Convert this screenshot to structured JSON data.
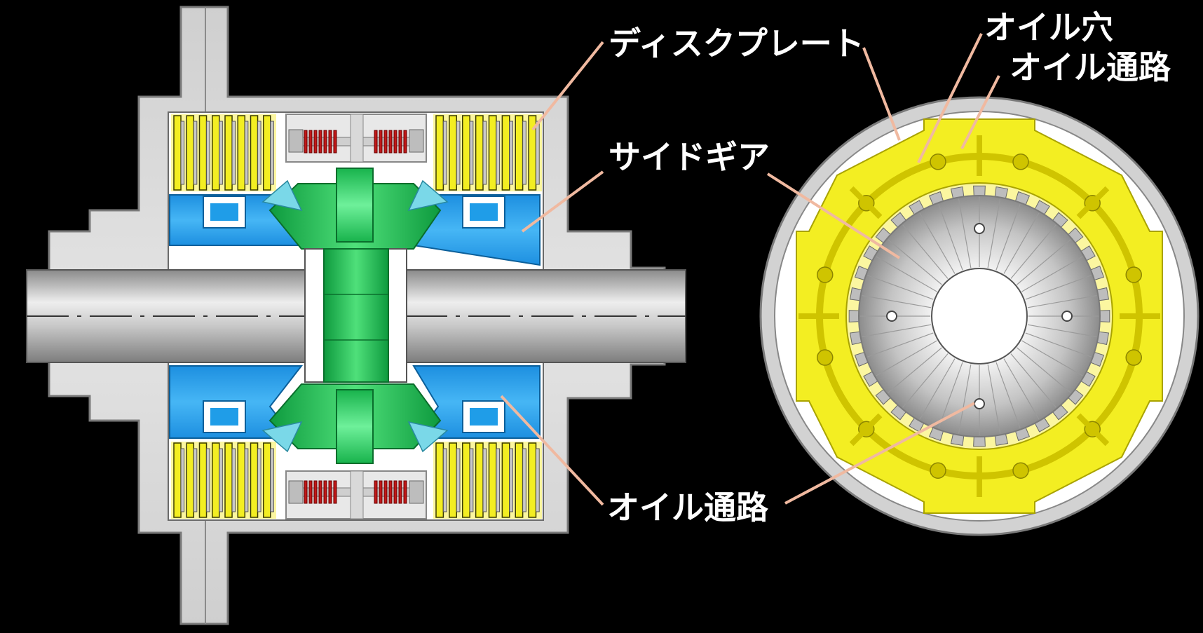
{
  "labels": {
    "disc_plate": "ディスクプレート",
    "oil_hole": "オイル穴",
    "oil_passage_top": "オイル通路",
    "side_gear": "サイドギア",
    "oil_passage_bottom": "オイル通路"
  },
  "colors": {
    "background": "#000000",
    "housing": "#d4d4d4",
    "disc_plate": "#f3ee22",
    "side_gear": "#1f9de8",
    "pinion": "#22c95a",
    "spring": "#c01818",
    "shaft": "#c8c8c8",
    "leader": "#f0b9a0",
    "label_text": "#ffffff"
  }
}
